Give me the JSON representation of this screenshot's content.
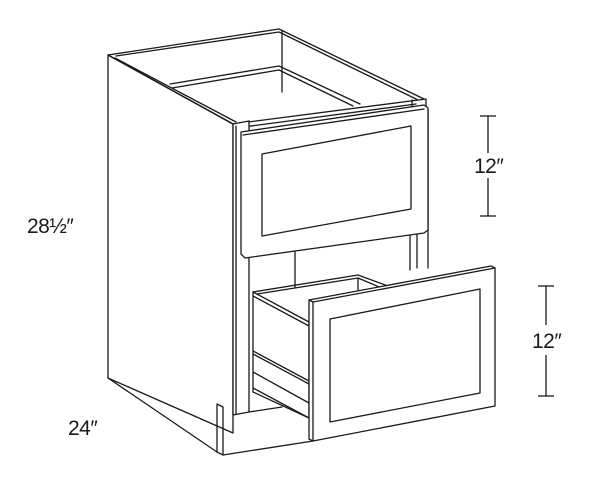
{
  "diagram": {
    "subject": "Drawer base cabinet, 2 drawers (bottom drawer open)",
    "style": "black line drawing on white",
    "line_color": "#1a1a1a",
    "background_color": "#ffffff"
  },
  "dimensions": {
    "height": {
      "label": "28½″",
      "meaning": "overall cabinet height"
    },
    "depth": {
      "label": "24″",
      "meaning": "cabinet depth"
    },
    "top_drawer": {
      "label": "12″",
      "meaning": "top drawer front height"
    },
    "bottom_drawer": {
      "label": "12″",
      "meaning": "bottom drawer front height"
    }
  }
}
